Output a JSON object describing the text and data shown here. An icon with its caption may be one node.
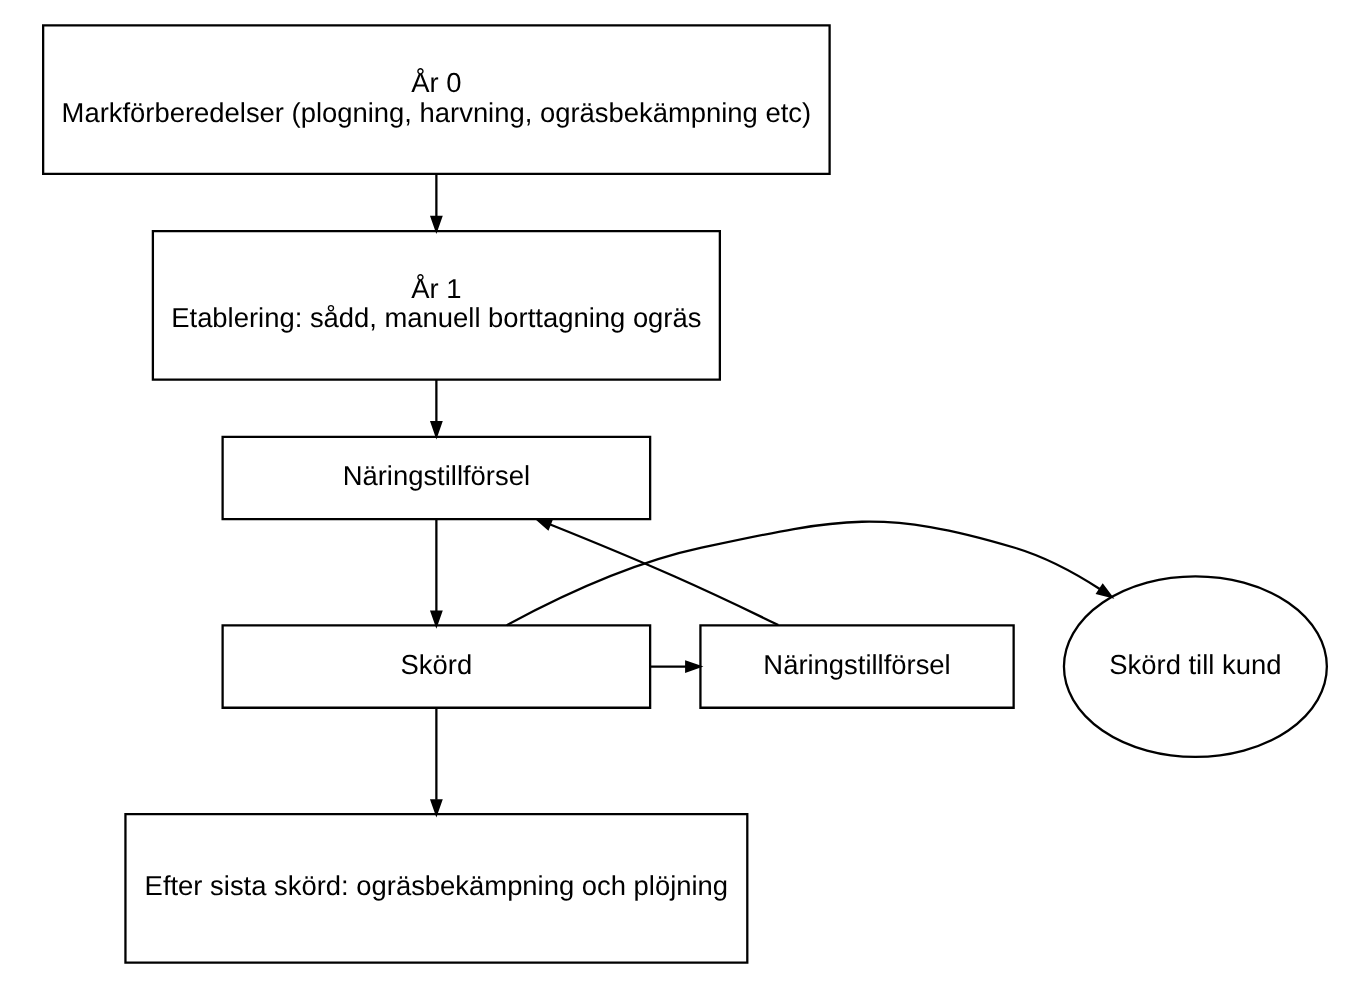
{
  "diagram": {
    "nodes": [
      {
        "text": [
          "År 0",
          "Markförberedelser (plogning, harvning, ogräsbekämpning etc)"
        ]
      },
      {
        "text": [
          "År 1",
          "Etablering: sådd, manuell borttagning ogräs"
        ]
      },
      {
        "text": [
          "Näringstillförsel"
        ]
      },
      {
        "text": [
          "Skörd till kund"
        ]
      },
      {
        "text": [
          "Skörd"
        ]
      },
      {
        "text": [
          "Näringstillförsel"
        ]
      },
      {
        "text": [
          "Efter sista skörd: ogräsbekämpning och plöjning"
        ]
      }
    ],
    "edges": [
      {
        "from": 0,
        "to": 1,
        "arrow": "to"
      },
      {
        "from": 1,
        "to": 2,
        "arrow": "to"
      },
      {
        "from": 2,
        "to": 4,
        "arrow": "to"
      },
      {
        "from": 4,
        "to": 3,
        "arrow": "to"
      },
      {
        "from": 4,
        "to": 5,
        "arrow": "to"
      },
      {
        "from": 5,
        "to": 2,
        "arrow": "to"
      },
      {
        "from": 4,
        "to": 6,
        "arrow": "to"
      }
    ]
  }
}
